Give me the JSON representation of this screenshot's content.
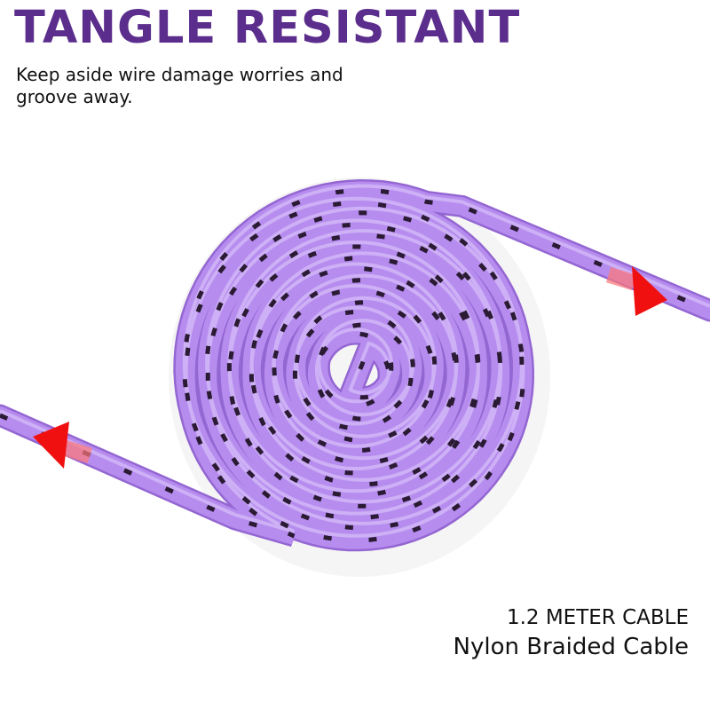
{
  "heading": "TANGLE RESISTANT",
  "description": "Keep aside wire damage worries and groove away.",
  "specs": {
    "length": "1.2 METER CABLE",
    "material": "Nylon Braided Cable"
  },
  "colors": {
    "heading": "#5b2d8c",
    "cable": "#b68cef",
    "cable_edge": "#9466d2",
    "marks": "#2a1a33",
    "arrow": "#f01010"
  }
}
